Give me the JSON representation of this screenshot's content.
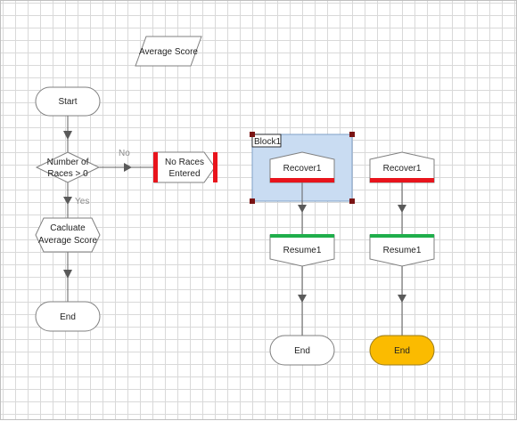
{
  "nodes": {
    "data_input": "Average Score",
    "start": "Start",
    "decision": [
      "Number of",
      "Races > 0"
    ],
    "no_races": [
      "No Races",
      "Entered"
    ],
    "calculate": [
      "Cacluate",
      "Average Score"
    ],
    "end_left": "End",
    "recover_block": "Recover1",
    "resume_block": "Resume1",
    "end_block": "End",
    "recover_right": "Recover1",
    "resume_right": "Resume1",
    "end_right": "End"
  },
  "edges": {
    "no_label": "No",
    "yes_label": "Yes"
  },
  "group": {
    "title": "Block1"
  },
  "colors": {
    "error_red": "#e8141c",
    "resume_green": "#1fae4b",
    "end_highlight": "#fbbb00",
    "selection_fill": "#c9dcf2",
    "selection_stroke": "#7fa0c7",
    "handle": "#7a1414"
  }
}
